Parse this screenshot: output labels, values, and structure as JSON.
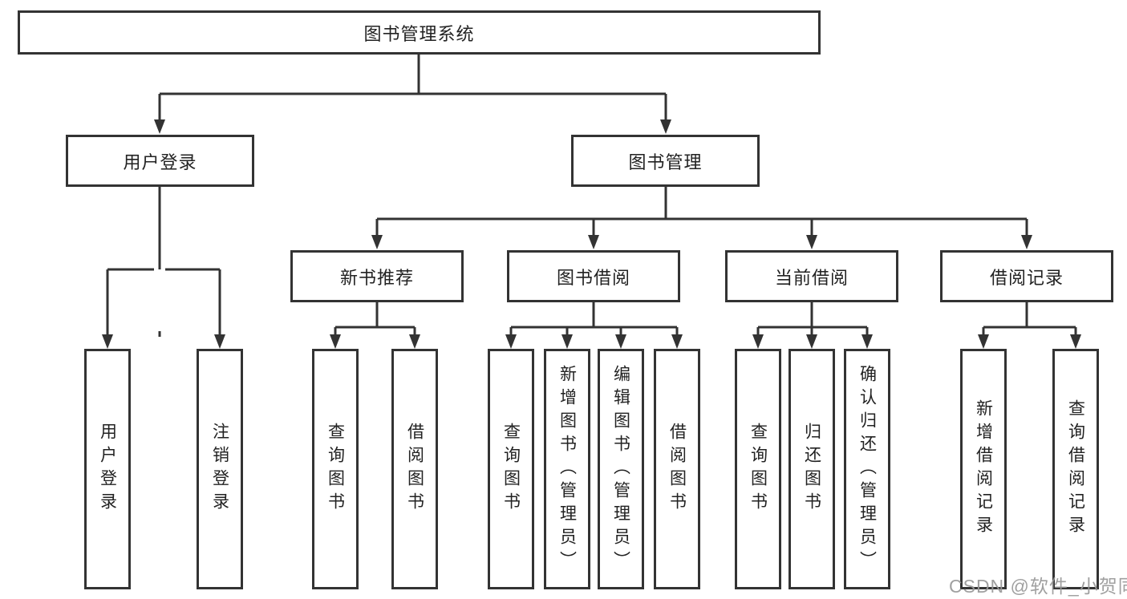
{
  "diagram": {
    "type": "hierarchy-tree",
    "title": "图书管理系统",
    "nodes": {
      "root": {
        "label": "图书管理系统",
        "level": 1
      },
      "user_login": {
        "label": "用户登录",
        "level": 2
      },
      "book_mgmt": {
        "label": "图书管理",
        "level": 2
      },
      "new_book_rec": {
        "label": "新书推荐",
        "level": 3
      },
      "book_borrow": {
        "label": "图书借阅",
        "level": 3
      },
      "current_borrow": {
        "label": "当前借阅",
        "level": 3
      },
      "borrow_records": {
        "label": "借阅记录",
        "level": 3
      },
      "leaf_user_login": {
        "label": "用户登录",
        "level": 4
      },
      "leaf_logout_login": {
        "label": "注销登录",
        "level": 4
      },
      "leaf_query_book_rec": {
        "label": "查询图书",
        "level": 4
      },
      "leaf_borrow_book_rec": {
        "label": "借阅图书",
        "level": 4
      },
      "leaf_query_book_bor": {
        "label": "查询图书",
        "level": 4
      },
      "leaf_add_book": {
        "label": "新增图书（管理员）",
        "level": 4
      },
      "leaf_edit_book": {
        "label": "编辑图书（管理员）",
        "level": 4
      },
      "leaf_borrow_book_bor": {
        "label": "借阅图书",
        "level": 4
      },
      "leaf_query_book_cur": {
        "label": "查询图书",
        "level": 4
      },
      "leaf_return_book": {
        "label": "归还图书",
        "level": 4
      },
      "leaf_confirm_return": {
        "label": "确认归还（管理员）",
        "level": 4
      },
      "leaf_add_borrow_record": {
        "label": "新增借阅记录",
        "level": 4
      },
      "leaf_query_borrow_record": {
        "label": "查询借阅记录",
        "level": 4
      }
    },
    "edges": [
      [
        "root",
        "user_login"
      ],
      [
        "root",
        "book_mgmt"
      ],
      [
        "user_login",
        "leaf_user_login"
      ],
      [
        "user_login",
        "leaf_logout_login"
      ],
      [
        "book_mgmt",
        "new_book_rec"
      ],
      [
        "book_mgmt",
        "book_borrow"
      ],
      [
        "book_mgmt",
        "current_borrow"
      ],
      [
        "book_mgmt",
        "borrow_records"
      ],
      [
        "new_book_rec",
        "leaf_query_book_rec"
      ],
      [
        "new_book_rec",
        "leaf_borrow_book_rec"
      ],
      [
        "book_borrow",
        "leaf_query_book_bor"
      ],
      [
        "book_borrow",
        "leaf_add_book"
      ],
      [
        "book_borrow",
        "leaf_edit_book"
      ],
      [
        "book_borrow",
        "leaf_borrow_book_bor"
      ],
      [
        "current_borrow",
        "leaf_query_book_cur"
      ],
      [
        "current_borrow",
        "leaf_return_book"
      ],
      [
        "current_borrow",
        "leaf_confirm_return"
      ],
      [
        "borrow_records",
        "leaf_add_borrow_record"
      ],
      [
        "borrow_records",
        "leaf_query_borrow_record"
      ]
    ]
  },
  "watermark": {
    "text": "CSDN @软件_小贺同学"
  },
  "colors": {
    "line": "#333333",
    "box_border": "#333333",
    "box_fill": "#ffffff",
    "text": "#222222",
    "watermark": "#989898",
    "background": "#ffffff"
  }
}
